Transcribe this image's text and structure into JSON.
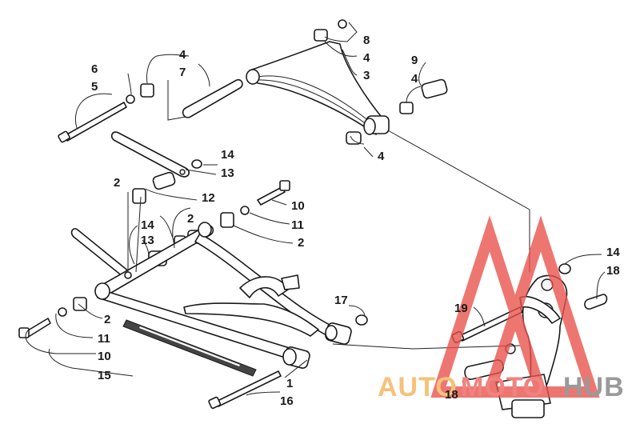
{
  "callouts": {
    "c1": "1",
    "c2a": "2",
    "c2b": "2",
    "c2c": "2",
    "c2d": "2",
    "c3": "3",
    "c4a": "4",
    "c4b": "4",
    "c4c": "4",
    "c4d": "4",
    "c5": "5",
    "c6": "6",
    "c7": "7",
    "c8": "8",
    "c9": "9",
    "c10a": "10",
    "c10b": "10",
    "c11a": "11",
    "c11b": "11",
    "c12": "12",
    "c13a": "13",
    "c13b": "13",
    "c14a": "14",
    "c14b": "14",
    "c14c": "14",
    "c15": "15",
    "c16": "16",
    "c17": "17",
    "c18a": "18",
    "c18b": "18",
    "c19": "19"
  },
  "watermark": {
    "part1": "AUTO",
    "part2": "MOTO",
    "part3": "HUB",
    "color_part1": "#f5c27a",
    "color_part2": "#f0827f",
    "color_part3": "#9a9a9a",
    "logo_color": "#e8504a"
  }
}
